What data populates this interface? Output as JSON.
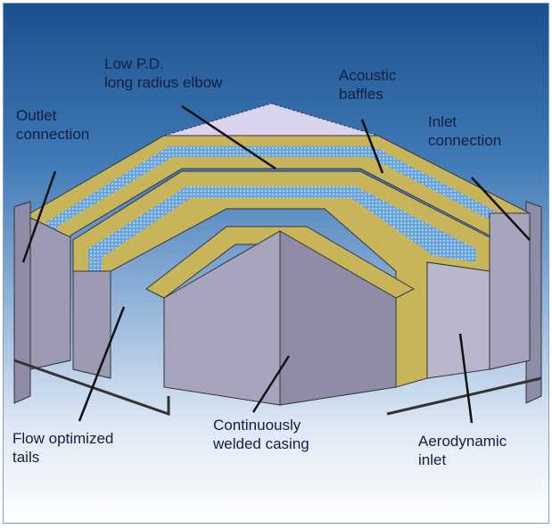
{
  "labels": {
    "elbow": "Low P.D.\nlong radius elbow",
    "baffles": "Acoustic\nbaffles",
    "outlet": "Outlet\nconnection",
    "inlet": "Inlet\nconnection",
    "tails": "Flow optimized\ntails",
    "casing": "Continuously\nwelded casing",
    "aero": "Aerodynamic\ninlet"
  },
  "colors": {
    "insulation": "#c9b559",
    "baffle_fill": "#6aa6dc",
    "casing": "#8e8ca6"
  }
}
